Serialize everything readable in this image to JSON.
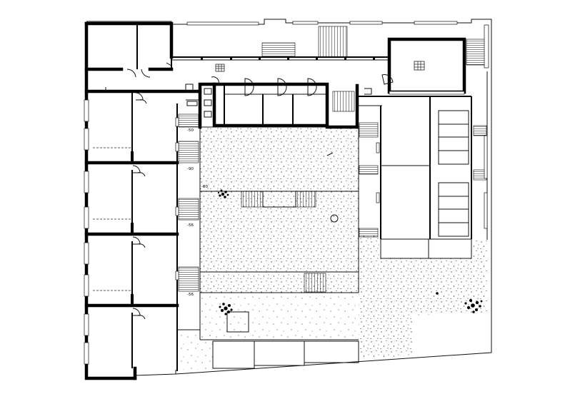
{
  "plan": {
    "background": "#ffffff",
    "ink": "#000000",
    "elevation_labels": [
      "-50",
      "-90",
      "-00",
      "-56",
      "-56"
    ]
  },
  "icons": {
    "north_mark": "grid-symbol",
    "trees": "tree-symbol"
  }
}
